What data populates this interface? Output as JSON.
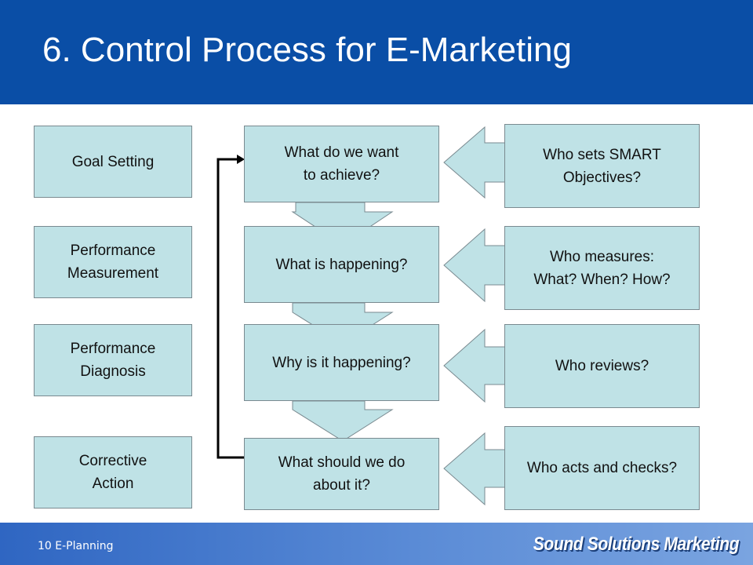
{
  "slide": {
    "title": "6. Control Process for E-Marketing",
    "page_label": "10 E-Planning",
    "brand": "Sound Solutions Marketing"
  },
  "stages": [
    "Goal Setting",
    "Performance\nMeasurement",
    "Performance\nDiagnosis",
    "Corrective\nAction"
  ],
  "questions": [
    "What do we want\nto achieve?",
    "What is happening?",
    "Why is it happening?",
    "What should we do\nabout it?"
  ],
  "owners": [
    "Who sets SMART\nObjectives?",
    "Who measures:\nWhat? When? How?",
    "Who reviews?",
    "Who acts and checks?"
  ],
  "colors": {
    "header": "#0a4ea6",
    "box_fill": "#bfe2e6",
    "box_border": "#7a8a90",
    "connector": "#000000"
  }
}
